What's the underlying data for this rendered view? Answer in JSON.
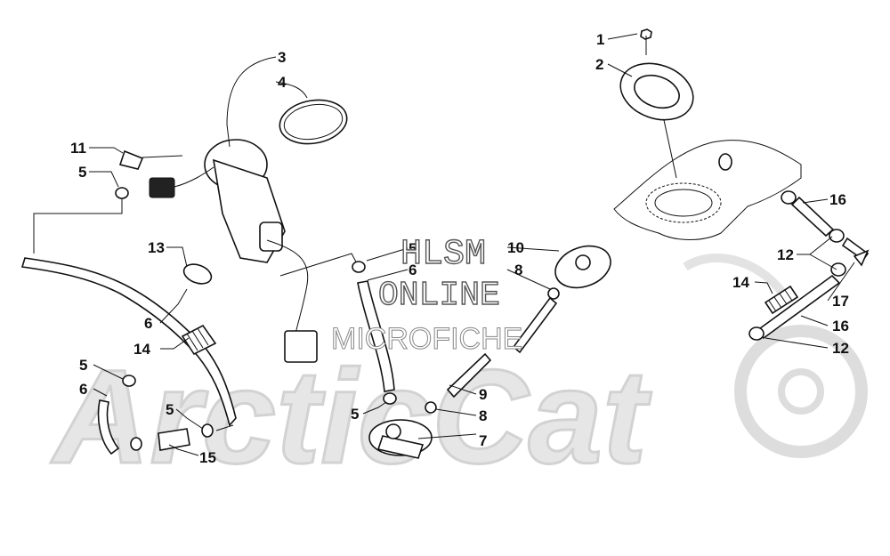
{
  "watermark": {
    "brand": "ArcticCat",
    "line1": "HLSM",
    "line2": "ONLINE",
    "line3": "MICROFICHE"
  },
  "callouts": [
    {
      "id": "c1",
      "text": "1"
    },
    {
      "id": "c2",
      "text": "2"
    },
    {
      "id": "c3",
      "text": "3"
    },
    {
      "id": "c4",
      "text": "4"
    },
    {
      "id": "c11",
      "text": "11"
    },
    {
      "id": "c5a",
      "text": "5"
    },
    {
      "id": "c13",
      "text": "13"
    },
    {
      "id": "c6a",
      "text": "6"
    },
    {
      "id": "c14a",
      "text": "14"
    },
    {
      "id": "c5b",
      "text": "5"
    },
    {
      "id": "c6b",
      "text": "6"
    },
    {
      "id": "c5c",
      "text": "5"
    },
    {
      "id": "c15",
      "text": "15"
    },
    {
      "id": "c5d",
      "text": "5"
    },
    {
      "id": "c6c",
      "text": "6"
    },
    {
      "id": "c10",
      "text": "10"
    },
    {
      "id": "c8a",
      "text": "8"
    },
    {
      "id": "c5e",
      "text": "5"
    },
    {
      "id": "c9",
      "text": "9"
    },
    {
      "id": "c8b",
      "text": "8"
    },
    {
      "id": "c7",
      "text": "7"
    },
    {
      "id": "c16a",
      "text": "16"
    },
    {
      "id": "c12a",
      "text": "12"
    },
    {
      "id": "c14b",
      "text": "14"
    },
    {
      "id": "c17",
      "text": "17"
    },
    {
      "id": "c16b",
      "text": "16"
    },
    {
      "id": "c12b",
      "text": "12"
    }
  ]
}
